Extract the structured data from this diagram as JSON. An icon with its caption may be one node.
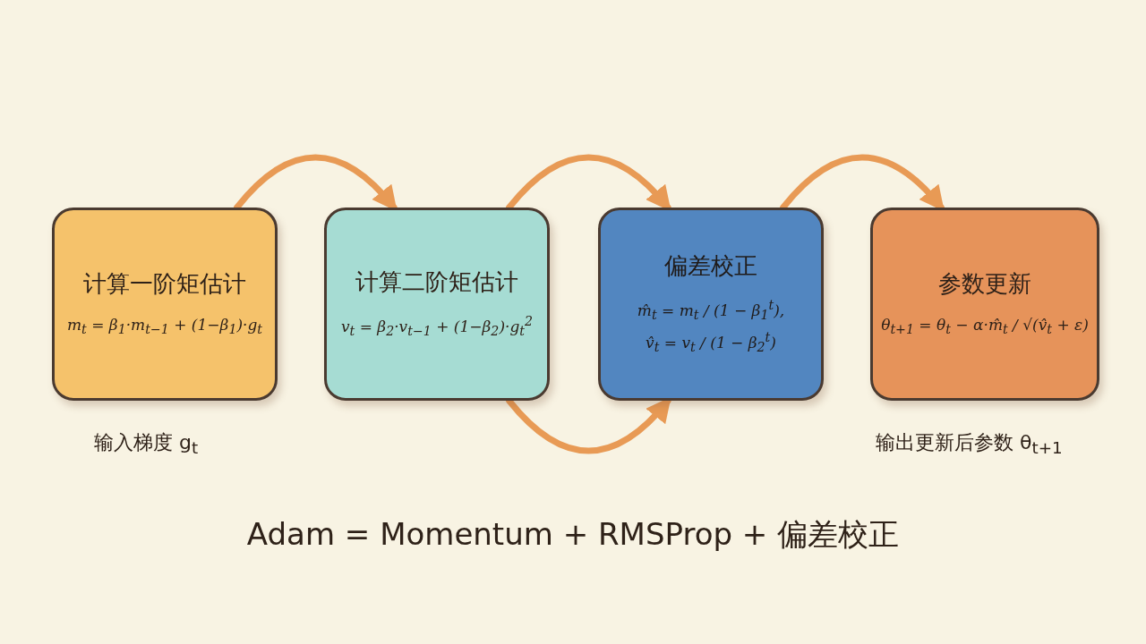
{
  "diagram": {
    "caption": "Adam = Momentum + RMSProp + 偏差校正",
    "nodes": [
      {
        "text": [
          "计算一阶矩估计",
          "m$_{t}$ = β$_{1}$·m$_{t−1}$ + (1−β$_{1}$)·g$_{t}$"
        ],
        "beside": [
          "输入梯度 g$_{t}$"
        ]
      },
      {
        "text": [
          "计算二阶矩估计",
          "v$_{t}$ = β$_{2}$·v$_{t−1}$ + (1−β$_{2}$)·g$_{t}$$^{2}$"
        ]
      },
      {
        "text": [
          "偏差校正",
          "m̂$_{t}$ = m$_{t}$ / (1 − β$_{1}$$^{t}$),",
          "v̂$_{t}$ = v$_{t}$ / (1 − β$_{2}$$^{t}$)"
        ]
      },
      {
        "text": [
          "参数更新",
          "θ$_{t+1}$ = θ$_{t}$ − α·m̂$_{t}$ / √(v̂$_{t}$ + ε)"
        ],
        "beside": [
          "输出更新后参数 θ$_{t+1}$"
        ]
      }
    ],
    "edges": [
      {
        "from": 0,
        "to": 1,
        "arrow": "to"
      },
      {
        "from": 1,
        "to": 2,
        "arrow": "to"
      },
      {
        "from": 1,
        "to": 2,
        "arrow": "to"
      },
      {
        "from": 2,
        "to": 3,
        "arrow": "to"
      }
    ]
  }
}
